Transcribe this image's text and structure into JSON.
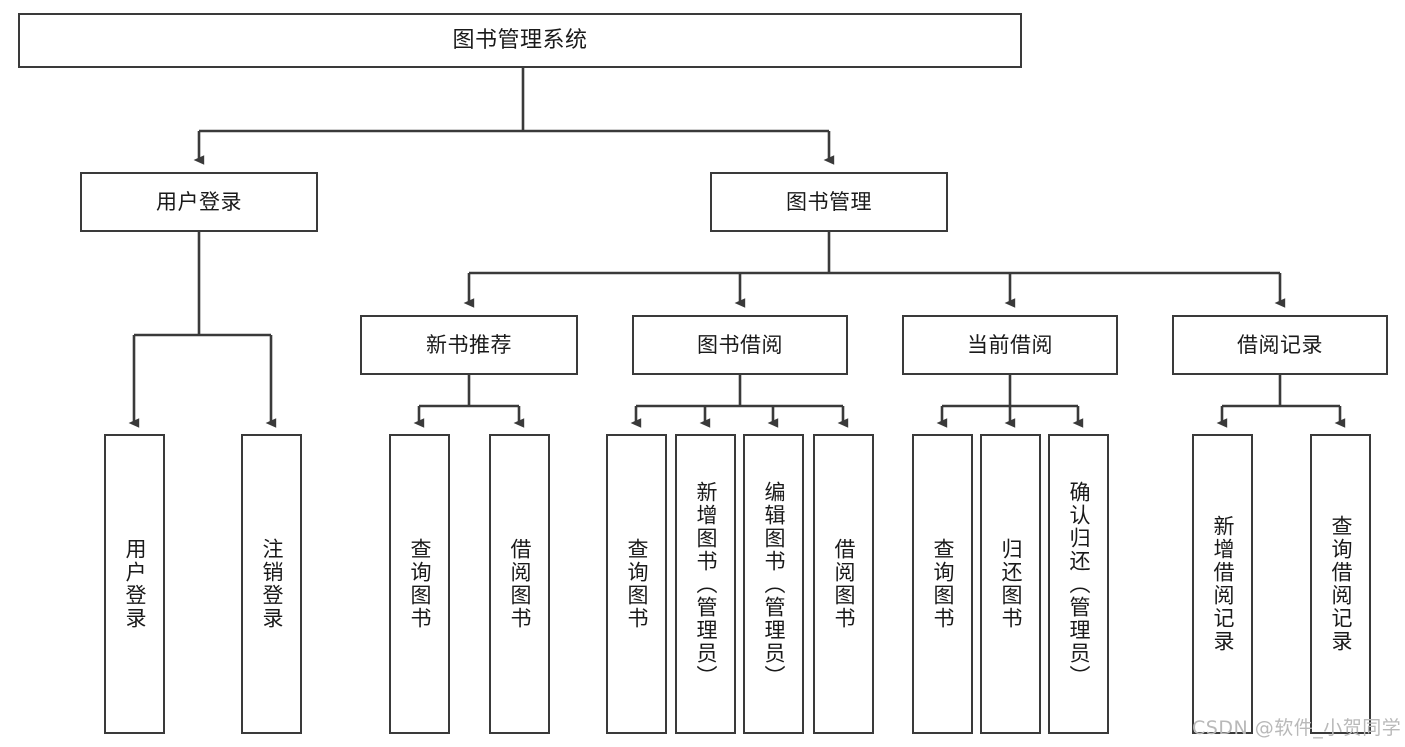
{
  "diagram": {
    "title": "图书管理系统",
    "type": "tree-hierarchy",
    "watermark": "CSDN @软件_小贺同学",
    "colors": {
      "stroke": "#3a3a3a",
      "fill": "#ffffff",
      "text": "#1a1a1a",
      "watermark": "#b9b9b9"
    },
    "nodes": {
      "root": {
        "label": "图书管理系统"
      },
      "level2": [
        {
          "id": "user-login",
          "label": "用户登录"
        },
        {
          "id": "book-manage",
          "label": "图书管理"
        }
      ],
      "level3": [
        {
          "id": "new-book-rec",
          "label": "新书推荐"
        },
        {
          "id": "book-borrow",
          "label": "图书借阅"
        },
        {
          "id": "current-borrow",
          "label": "当前借阅"
        },
        {
          "id": "borrow-record",
          "label": "借阅记录"
        }
      ],
      "leaves": [
        {
          "id": "leaf-user-login",
          "label": "用户登录",
          "parent": "user-login"
        },
        {
          "id": "leaf-logout",
          "label": "注销登录",
          "parent": "user-login"
        },
        {
          "id": "leaf-query-book-1",
          "label": "查询图书",
          "parent": "new-book-rec"
        },
        {
          "id": "leaf-borrow-book-1",
          "label": "借阅图书",
          "parent": "new-book-rec"
        },
        {
          "id": "leaf-query-book-2",
          "label": "查询图书",
          "parent": "book-borrow"
        },
        {
          "id": "leaf-add-book",
          "label": "新增图书（管理员）",
          "parent": "book-borrow"
        },
        {
          "id": "leaf-edit-book",
          "label": "编辑图书（管理员）",
          "parent": "book-borrow"
        },
        {
          "id": "leaf-borrow-book-2",
          "label": "借阅图书",
          "parent": "book-borrow"
        },
        {
          "id": "leaf-query-book-3",
          "label": "查询图书",
          "parent": "current-borrow"
        },
        {
          "id": "leaf-return-book",
          "label": "归还图书",
          "parent": "current-borrow"
        },
        {
          "id": "leaf-confirm-return",
          "label": "确认归还（管理员）",
          "parent": "current-borrow"
        },
        {
          "id": "leaf-add-record",
          "label": "新增借阅记录",
          "parent": "borrow-record"
        },
        {
          "id": "leaf-query-record",
          "label": "查询借阅记录",
          "parent": "borrow-record"
        }
      ]
    }
  }
}
